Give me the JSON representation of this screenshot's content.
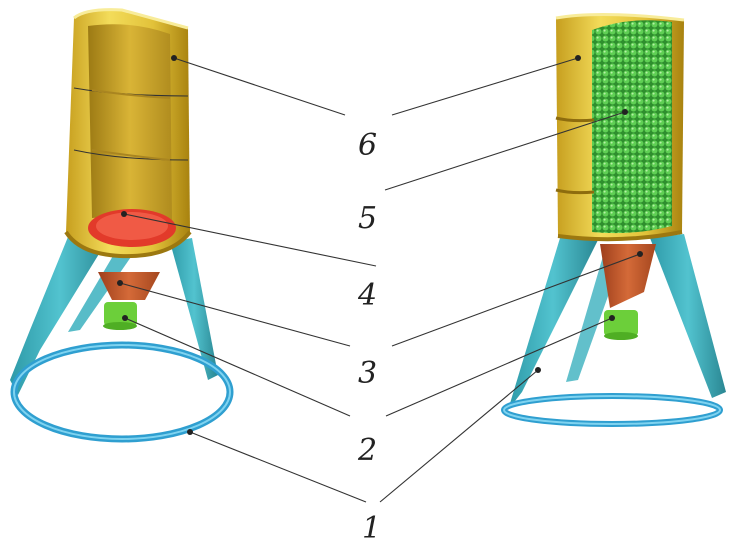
{
  "figure": {
    "callouts": [
      "6",
      "5",
      "4",
      "3",
      "2",
      "1"
    ],
    "colors": {
      "barrel": "#e8c93a",
      "barrel_shadow": "#b8951c",
      "barrel_inner": "#c9a42a",
      "stand": "#3fb3c2",
      "stand_dark": "#2a8f9c",
      "ring": "#38a8d6",
      "plate": "#e23a2a",
      "cone": "#c0582a",
      "nozzle": "#6ccf3a",
      "mesh": "#3cae3a"
    }
  }
}
